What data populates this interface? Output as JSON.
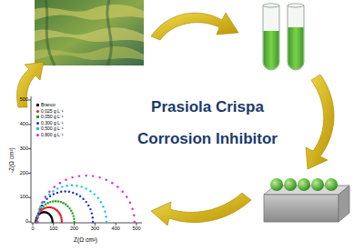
{
  "diagram": {
    "labels": [
      "Prasiola Crispa",
      "Corrosion Inhibitor",
      "500",
      "400",
      "300",
      "200",
      "100",
      "0",
      "0",
      "100",
      "200",
      "300",
      "400",
      "500",
      "-Z(Ω cm²)",
      "Z(Ω cm²)"
    ],
    "legend": [
      {
        "text": "Branco",
        "color": "#000000"
      },
      {
        "text": "0,025 g L⁻¹",
        "color": "#e8141c"
      },
      {
        "text": "0,050 g L⁻¹",
        "color": "#1aa51a"
      },
      {
        "text": "0,300 g L⁻¹",
        "color": "#1a2ee0"
      },
      {
        "text": "0,500 g L⁻¹",
        "color": "#19c8d8"
      },
      {
        "text": "0,800 g L⁻¹",
        "color": "#e020d8"
      }
    ]
  }
}
